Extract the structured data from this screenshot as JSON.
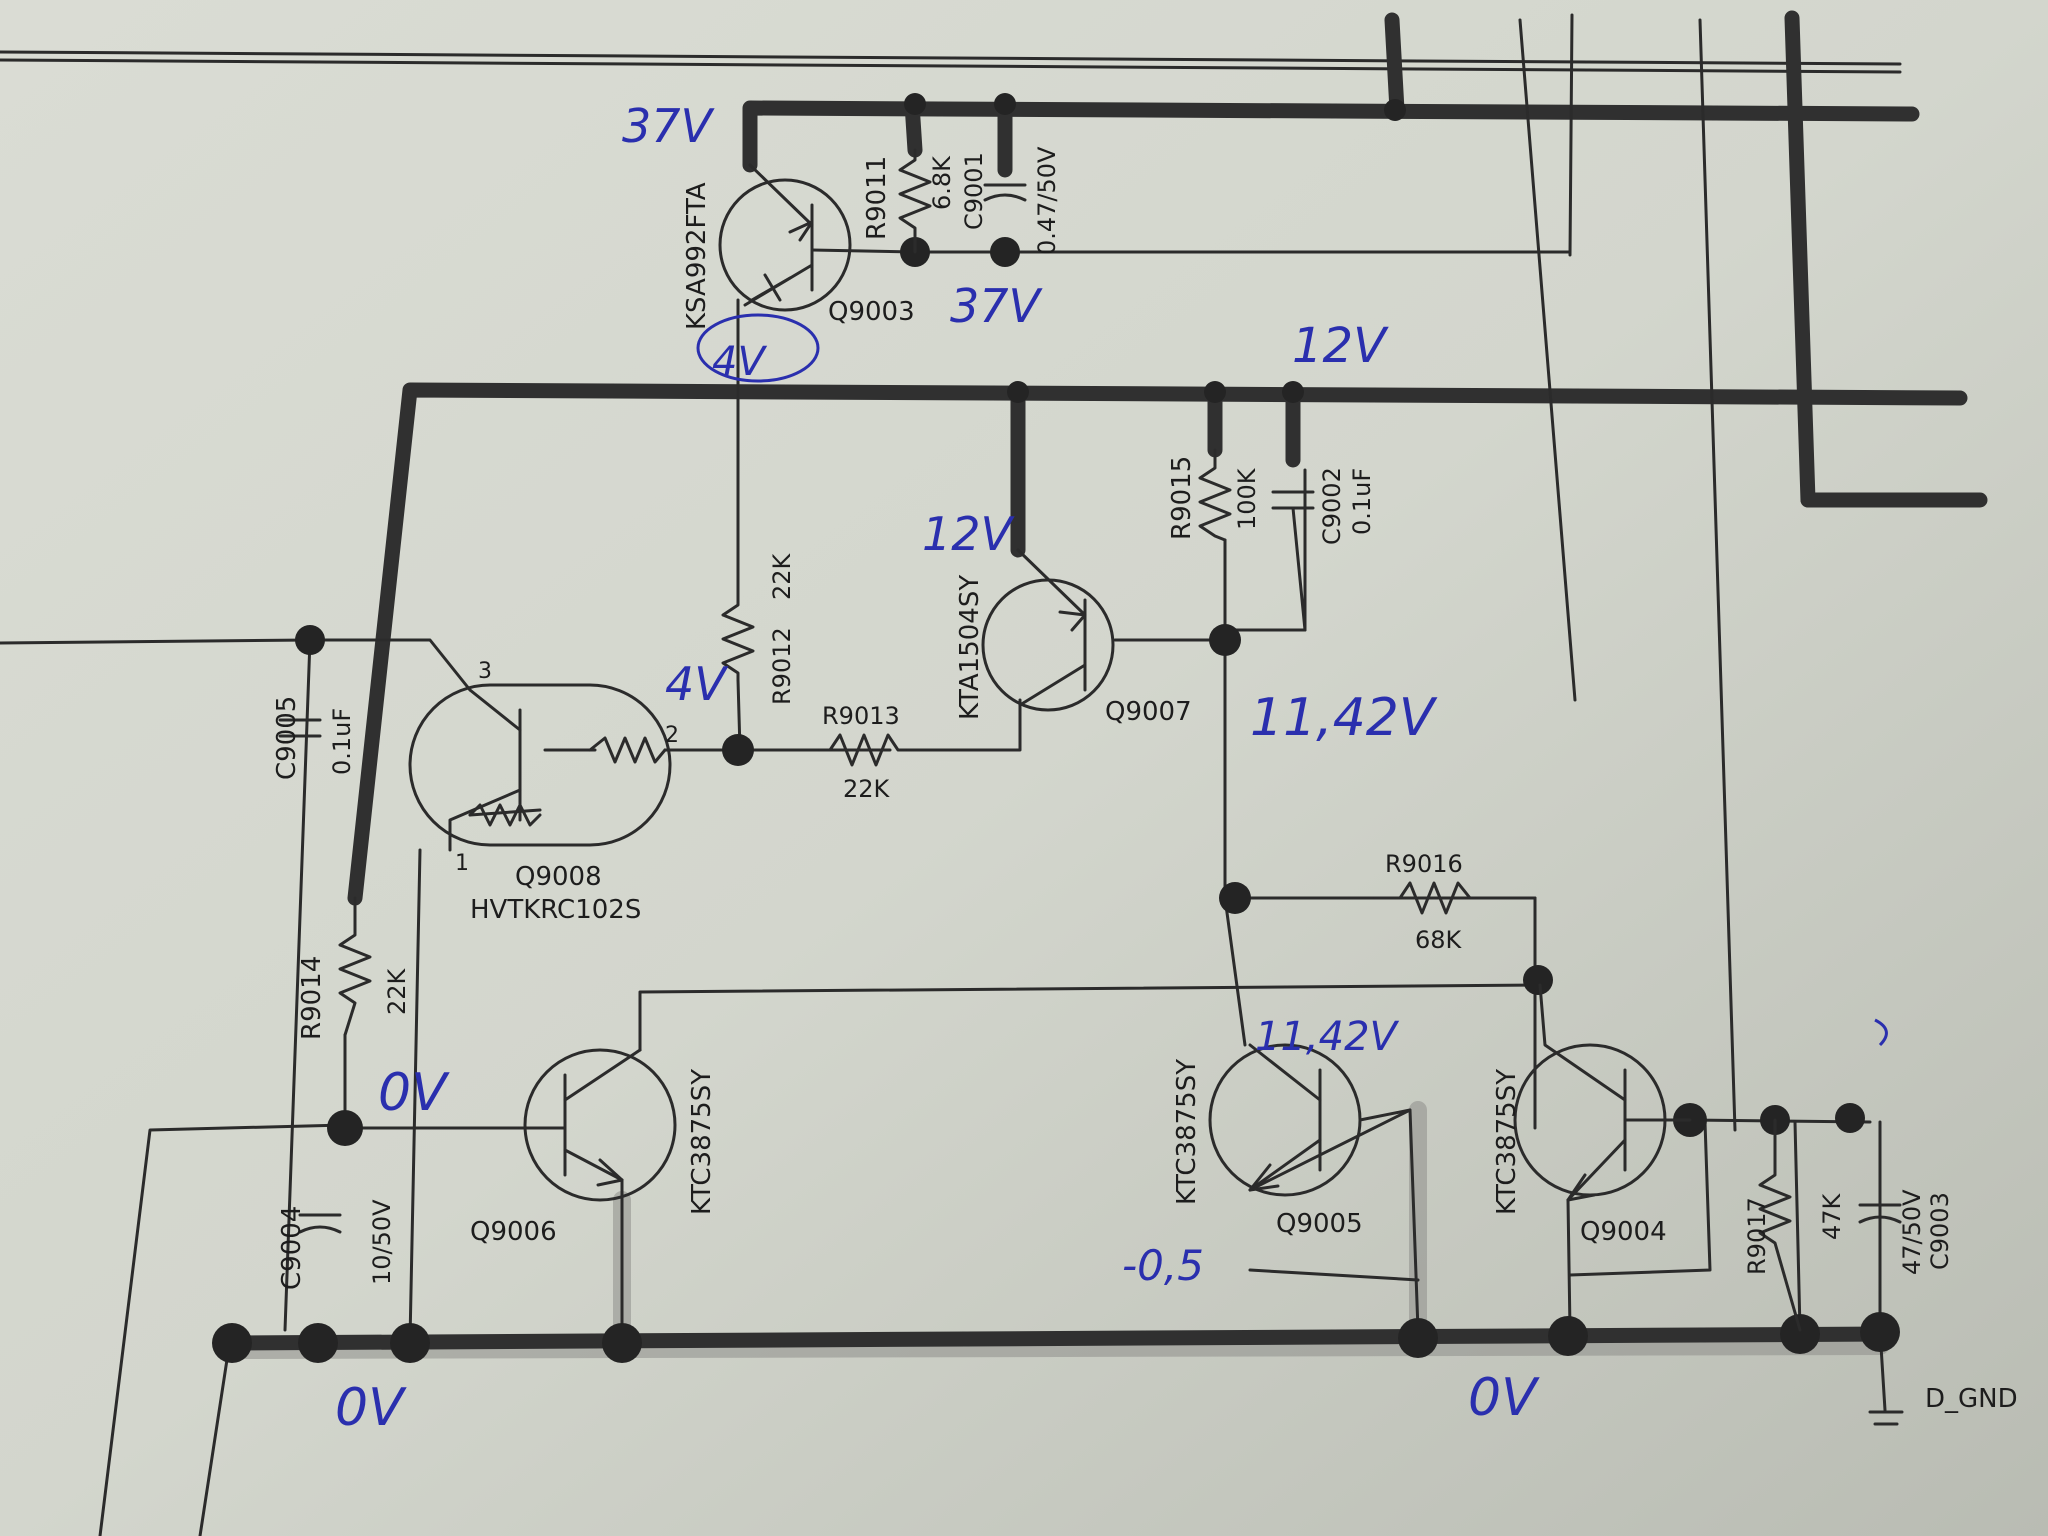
{
  "components": {
    "q9003": {
      "ref": "Q9003",
      "part": "KSA992FTA"
    },
    "q9007": {
      "ref": "Q9007",
      "part": "KTA1504SY"
    },
    "q9008": {
      "ref": "Q9008",
      "part": "HVTKRC102S",
      "pin1": "1",
      "pin2": "2",
      "pin3": "3"
    },
    "q9006": {
      "ref": "Q9006",
      "part": "KTC3875SY"
    },
    "q9005": {
      "ref": "Q9005",
      "part": "KTC3875SY"
    },
    "q9004": {
      "ref": "Q9004",
      "part": "KTC3875SY"
    },
    "r9011": {
      "ref": "R9011",
      "value": "6.8K"
    },
    "r9012": {
      "ref": "R9012",
      "value": "22K"
    },
    "r9013": {
      "ref": "R9013",
      "value": "22K"
    },
    "r9014": {
      "ref": "R9014",
      "value": "22K"
    },
    "r9015": {
      "ref": "R9015",
      "value": "100K"
    },
    "r9016": {
      "ref": "R9016",
      "value": "68K"
    },
    "r9017": {
      "ref": "R9017",
      "value": "47K"
    },
    "c9001": {
      "ref": "C9001",
      "value": "0.47/50V"
    },
    "c9002": {
      "ref": "C9002",
      "value": "0.1uF"
    },
    "c9003": {
      "ref": "C9003",
      "value": "47/50V"
    },
    "c9004": {
      "ref": "C9004",
      "value": "10/50V"
    },
    "c9005": {
      "ref": "C9005",
      "value": "0.1uF"
    }
  },
  "ground_label": "D_GND",
  "handwritten": {
    "v_37_top": "37V",
    "v_37_right": "37V",
    "v_4_circled": "4V",
    "v_12_rail": "12V",
    "v_12_q9007": "12V",
    "v_4_r9012": "4V",
    "v_11_42_node": "11,42V",
    "v_11_42_q9005": "11,42V",
    "v_0_base": "0V",
    "v_0_gnd_left": "0V",
    "v_0_gnd_right": "0V",
    "v_neg_05": "-0,5"
  }
}
